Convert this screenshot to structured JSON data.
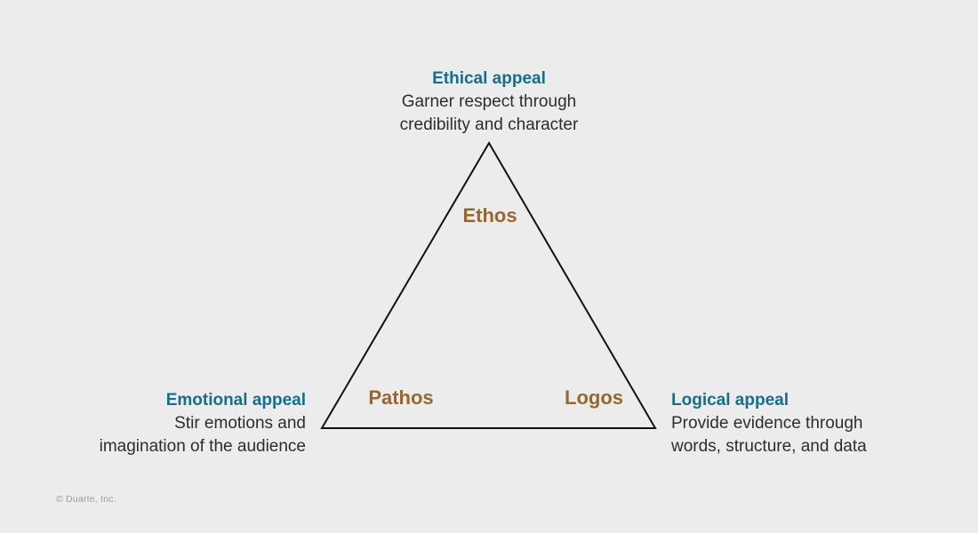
{
  "colors": {
    "background": "#ececec",
    "accent_teal": "#146f8e",
    "accent_brown": "#97682e",
    "text_dark": "#2d2d2d",
    "triangle_stroke": "#121212",
    "copyright_gray": "#9b9b9b"
  },
  "appeals": {
    "ethical": {
      "title": "Ethical appeal",
      "lines": [
        "Garner respect through",
        "credibility and character"
      ]
    },
    "emotional": {
      "title": "Emotional appeal",
      "lines": [
        "Stir emotions and",
        "imagination of the audience"
      ]
    },
    "logical": {
      "title": "Logical appeal",
      "lines": [
        "Provide evidence through",
        "words, structure, and data"
      ]
    }
  },
  "triangle": {
    "apex_label": "Ethos",
    "bottom_left_label": "Pathos",
    "bottom_right_label": "Logos"
  },
  "footer": {
    "copyright": "© Duarte, Inc."
  }
}
